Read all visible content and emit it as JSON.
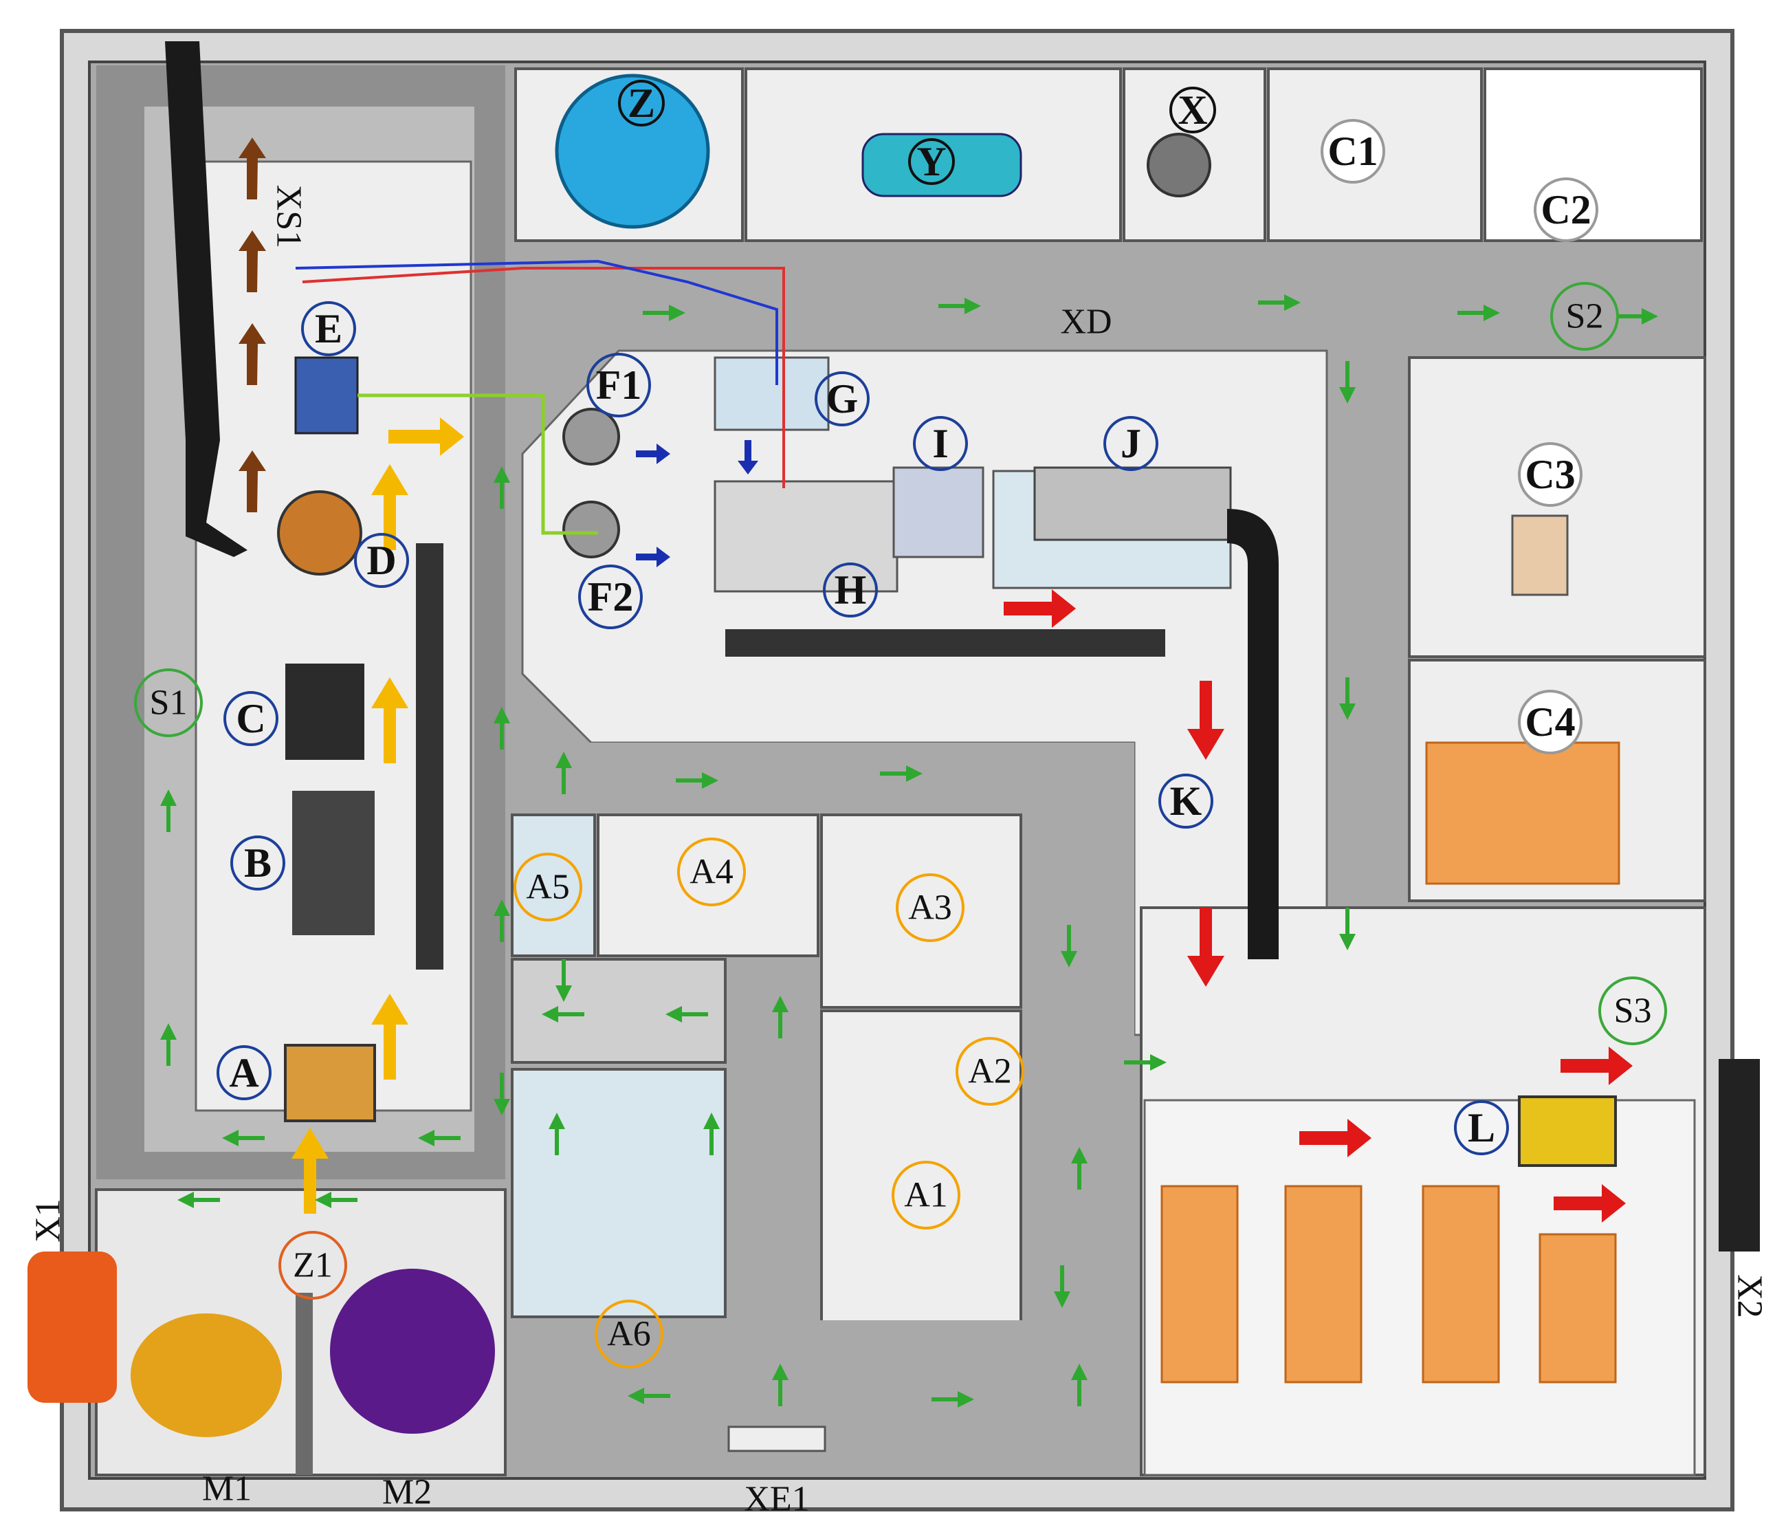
{
  "colors": {
    "wall": "#6b6b6b",
    "corridor": "#a9a9a9",
    "floor": "#eeeeee",
    "flow_green": "#2fa82f",
    "flow_red": "#e01818",
    "flow_yellow": "#f5b800",
    "flow_brown": "#7a3b10",
    "flow_blue": "#1a2fb0",
    "circle_blue": "#1c3f9a",
    "circle_orange": "#f5a300",
    "circle_green": "#3aa83a",
    "circle_gray": "#999999",
    "circle_red": "#e06020",
    "tank": "#29a8e0",
    "wine": "#5a1a8a",
    "grape_white": "#e3a21a",
    "boxes": "#f0a050"
  },
  "labels": {
    "A": "A",
    "B": "B",
    "C": "C",
    "D": "D",
    "E": "E",
    "F1": "F1",
    "F2": "F2",
    "G": "G",
    "H": "H",
    "I": "I",
    "J": "J",
    "K": "K",
    "L": "L",
    "X": "X",
    "Y": "Y",
    "Z": "Z",
    "C1": "C1",
    "C2": "C2",
    "C3": "C3",
    "C4": "C4",
    "S1": "S1",
    "S2": "S2",
    "S3": "S3",
    "A1": "A1",
    "A2": "A2",
    "A3": "A3",
    "A4": "A4",
    "A5": "A5",
    "A6": "A6",
    "Z1": "Z1",
    "M1": "M1",
    "M2": "M2",
    "XD": "XD",
    "XE1": "XE1",
    "XS1": "XS1",
    "X1": "X1",
    "X2": "X2"
  }
}
